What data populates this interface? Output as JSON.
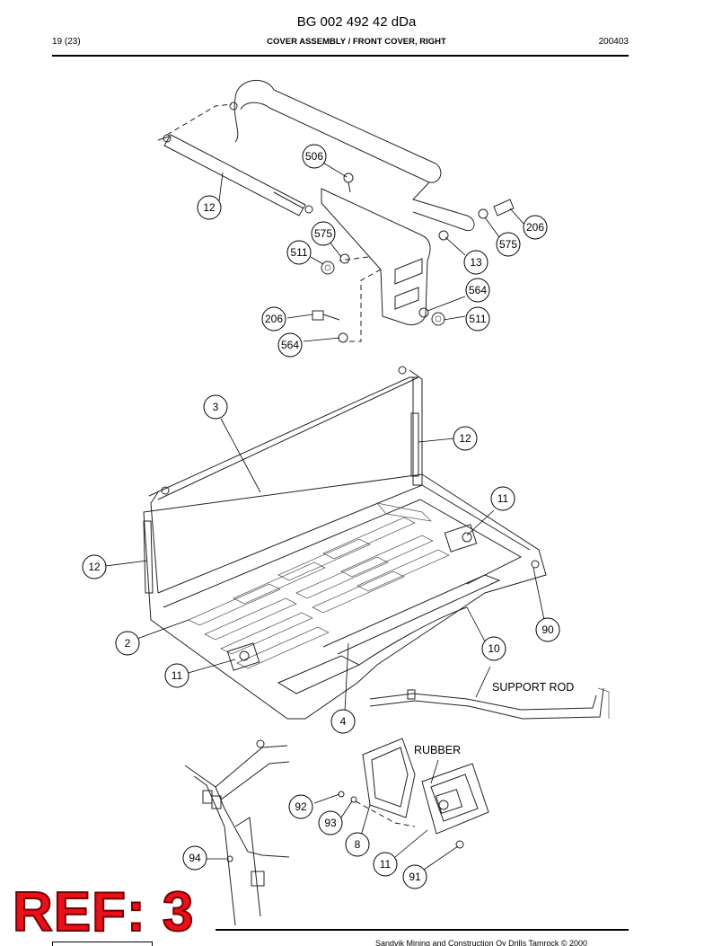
{
  "header": {
    "doc_number": "BG 002 492 42 dDa",
    "page": "19 (23)",
    "section_title": "COVER ASSEMBLY / FRONT COVER, RIGHT",
    "date_code": "200403"
  },
  "labels": {
    "support_rod": "SUPPORT ROD",
    "rubber": "RUBBER"
  },
  "callouts": {
    "top": [
      "506",
      "12",
      "575",
      "511",
      "206",
      "575",
      "13",
      "564",
      "511",
      "206",
      "564"
    ],
    "middle": [
      "3",
      "12",
      "11",
      "12",
      "90",
      "2",
      "10",
      "11",
      "4"
    ],
    "bottom": [
      "92",
      "93",
      "8",
      "94",
      "11",
      "91"
    ]
  },
  "footer": {
    "copyright": "Sandvik Mining and Construction Oy Drills Tamrock © 2000"
  },
  "ref_stamp": "REF: 3"
}
